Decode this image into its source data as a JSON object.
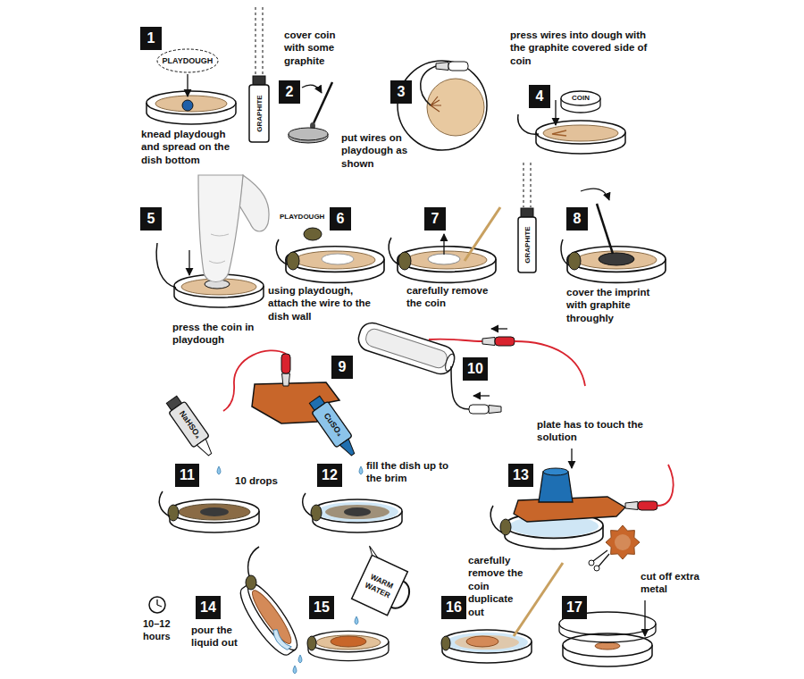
{
  "diagram": {
    "nodes": [
      {
        "text": [
          "1"
        ]
      },
      {
        "text": [
          "2"
        ]
      },
      {
        "text": [
          "3"
        ]
      },
      {
        "text": [
          "4"
        ]
      },
      {
        "text": [
          "5"
        ]
      },
      {
        "text": [
          "6"
        ]
      },
      {
        "text": [
          "7"
        ]
      },
      {
        "text": [
          "8"
        ]
      },
      {
        "text": [
          "9"
        ]
      },
      {
        "text": [
          "10"
        ]
      },
      {
        "text": [
          "11"
        ]
      },
      {
        "text": [
          "12"
        ]
      },
      {
        "text": [
          "13"
        ]
      },
      {
        "text": [
          "14"
        ]
      },
      {
        "text": [
          "15"
        ]
      },
      {
        "text": [
          "16"
        ]
      },
      {
        "text": [
          "17"
        ]
      }
    ],
    "labels": [
      "PLAYDOUGH",
      "knead playdough and spread on the dish bottom",
      "cover coin with some graphite",
      "GRAPHITE",
      "put wires on playdough as shown",
      "press wires into dough with the graphite covered side of coin",
      "COIN",
      "press the coin in playdough",
      "PLAYDOUGH",
      "using playdough, attach the wire to the dish wall",
      "carefully remove the coin",
      "GRAPHITE",
      "cover the imprint with graphite throughly",
      "NaHSO₄",
      "10 drops",
      "CuSO₄",
      "fill the dish up to the brim",
      "plate has to touch the solution",
      "10–12 hours",
      "pour the liquid out",
      "WARM WATER",
      "carefully remove the coin duplicate out",
      "cut off extra metal"
    ]
  }
}
